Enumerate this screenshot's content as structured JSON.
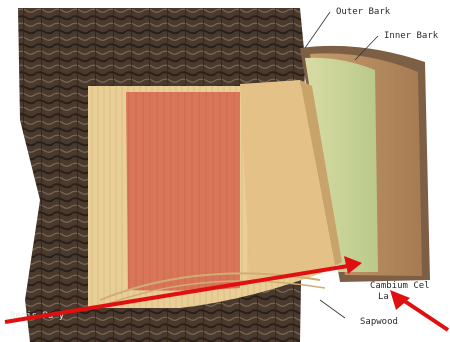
{
  "labels": {
    "outer_bark": "Outer Bark",
    "inner_bark": "Inner Bark",
    "cambium": "Cambium Cel",
    "cambium_line2": "La",
    "sapwood": "Sapwood"
  },
  "watermark": "Regis Pa         y",
  "colors": {
    "bark_dark": "#3d2f25",
    "bark_mid": "#6b5646",
    "heartwood": "#d9785a",
    "sapwood": "#e8c98e",
    "cambium": "#c9d59a",
    "inner_bark": "#b58a5e",
    "arrow": "#e01010"
  }
}
